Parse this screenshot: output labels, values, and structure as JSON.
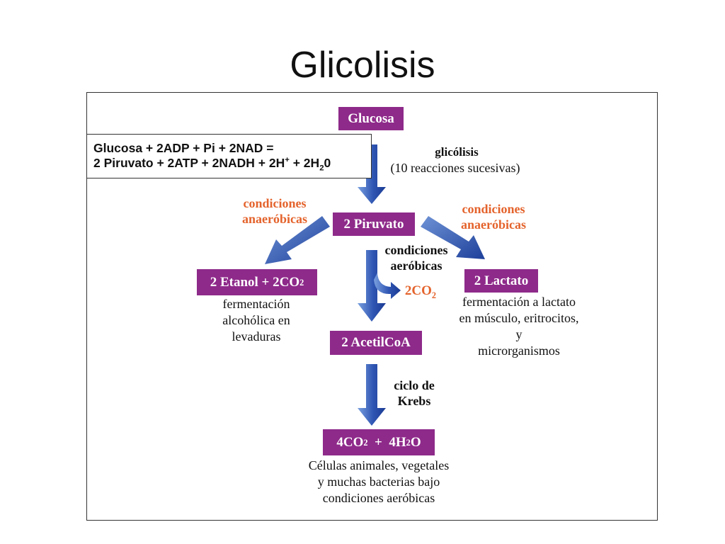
{
  "title": "Glicolisis",
  "equation": {
    "line1": "Glucosa + 2ADP + Pi + 2NAD =",
    "line2_main": "2 Piruvato + 2ATP + 2NADH + 2H",
    "line2_sup": "+",
    "line2_mid": " + 2H",
    "line2_sub": "2",
    "line2_end": "0"
  },
  "nodes": {
    "glucosa": "Glucosa",
    "piruvato": "2 Piruvato",
    "etanol_main": "2 Etanol + 2CO",
    "etanol_sub": "2",
    "lactato": "2 Lactato",
    "acetilcoa": "2 AcetilCoA",
    "final_a": "4CO",
    "final_a_sub": "2",
    "final_b": "  +  4H",
    "final_b_sub": "2",
    "final_c": "O"
  },
  "labels": {
    "glicolisis_1": "glicólisis",
    "glicolisis_2": "(10 reacciones sucesivas)",
    "anaer_left_1": "condiciones",
    "anaer_left_2": "anaeróbicas",
    "anaer_right_1": "condiciones",
    "anaer_right_2": "anaeróbicas",
    "aer_1": "condiciones",
    "aer_2": "aeróbicas",
    "co2_main": "2CO",
    "co2_sub": "2",
    "krebs_1": "ciclo de",
    "krebs_2": "Krebs"
  },
  "descriptions": {
    "etanol": [
      "fermentación",
      "alcohólica en",
      "levaduras"
    ],
    "lactato": [
      "fermentación a lactato",
      "en músculo, eritrocitos,",
      "y",
      "microrganismos"
    ],
    "final": [
      "Células animales, vegetales",
      "y muchas bacterias bajo",
      "condiciones aeróbicas"
    ]
  },
  "colors": {
    "node_fill": "#8e2a8a",
    "arrow_light": "#6f93d6",
    "arrow_dark": "#1d3f9a",
    "accent_orange": "#e4632c"
  }
}
